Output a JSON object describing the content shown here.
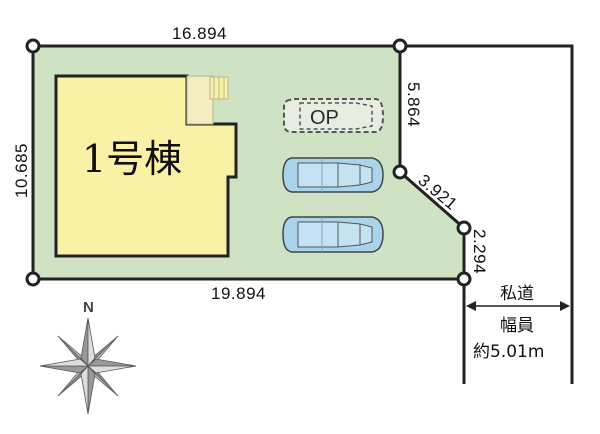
{
  "plot": {
    "fill_color": "#cfe3c4",
    "border_color": "#222222"
  },
  "building": {
    "label": "1号棟",
    "fill_color": "#f8f1a6"
  },
  "parking": {
    "optional_label": "OP",
    "car_color": "#a9d4ea"
  },
  "dimensions": {
    "top": "16.894",
    "left": "10.685",
    "bottom": "19.894",
    "right_upper": "5.864",
    "diagonal": "3.921",
    "right_lower": "2.294"
  },
  "road": {
    "name": "私道",
    "width_label": "幅員",
    "width_value": "約5.01m"
  },
  "compass": {
    "north_label": "N"
  }
}
